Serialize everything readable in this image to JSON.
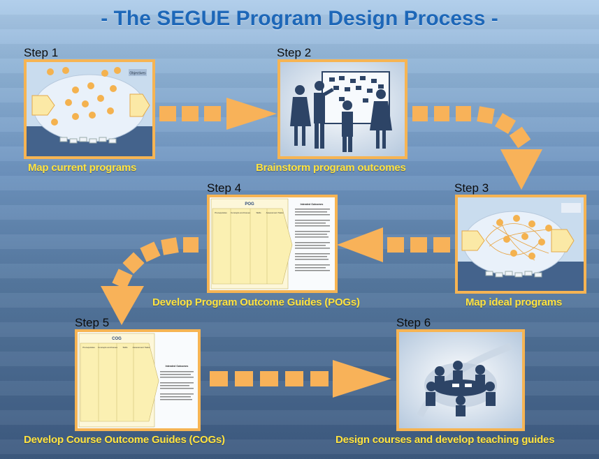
{
  "title": "- The SEGUE Program Design Process -",
  "steps": [
    {
      "label": "Step 1",
      "caption": "Map current programs"
    },
    {
      "label": "Step 2",
      "caption": "Brainstorm program outcomes"
    },
    {
      "label": "Step 3",
      "caption": "Map ideal programs"
    },
    {
      "label": "Step 4",
      "caption": "Develop Program Outcome Guides (POGs)"
    },
    {
      "label": "Step 5",
      "caption": "Develop Course Outcome Guides (COGs)"
    },
    {
      "label": "Step 6",
      "caption": "Design courses and develop teaching guides"
    }
  ],
  "thumbnails": {
    "map_objectives": "Objectives",
    "pog_title": "POG",
    "cog_title": "COG",
    "guide_columns": [
      "Prerequisites",
      "Concepts and Issues",
      "Skills",
      "Assessment Tasks"
    ],
    "guide_outcomes_heading": "Intended Outcomes"
  },
  "colors": {
    "title": "#1d67b8",
    "step_label": "#0c0c0c",
    "caption": "#ffe340",
    "frame_border": "#f6b453",
    "arrow": "#f8b259"
  }
}
